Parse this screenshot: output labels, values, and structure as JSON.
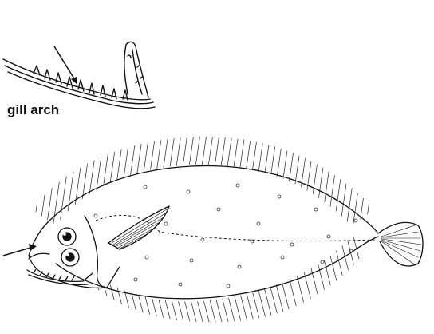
{
  "gill_arch_inset": {
    "caption": "gill arch"
  },
  "colors": {
    "line": "#111111",
    "background": "#ffffff"
  },
  "icons": [
    "gill-arch-drawing",
    "flatfish-drawing",
    "pointer-arrow"
  ]
}
